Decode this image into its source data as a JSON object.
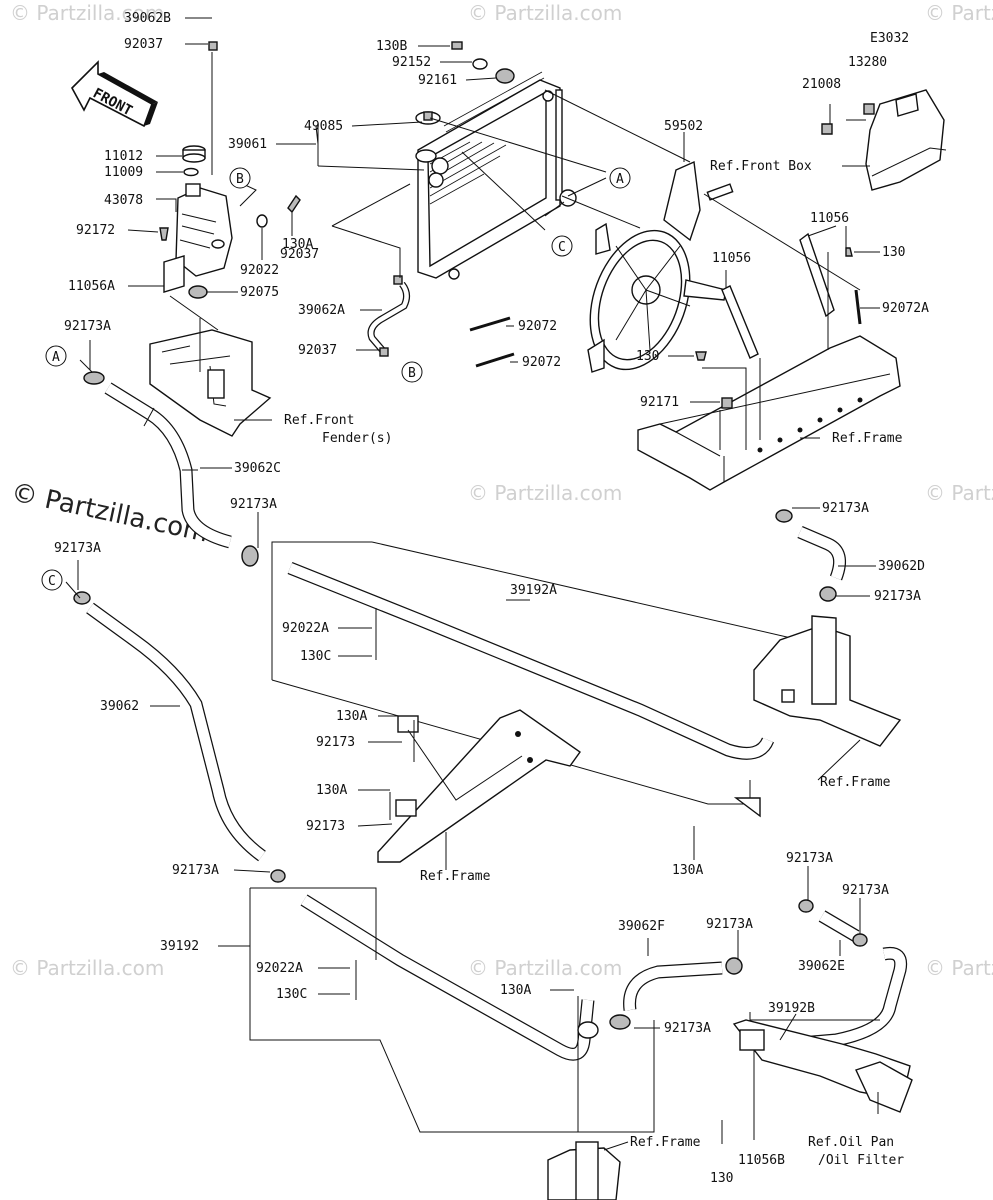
{
  "diagram_code": "E3032",
  "front_arrow": "FRONT",
  "watermark_text": "© Partzilla.com",
  "big_watermark_text": "© Partzilla.com",
  "callouts": {
    "a": "A",
    "b": "B",
    "c": "C"
  },
  "parts": {
    "p39062B": "39062B",
    "p92037_top": "92037",
    "p11012": "11012",
    "p11009": "11009",
    "p43078": "43078",
    "p92172": "92172",
    "p11056A": "11056A",
    "p92075": "92075",
    "p92022": "92022",
    "p130A_tank": "130A",
    "p130B": "130B",
    "p92152": "92152",
    "p92161": "92161",
    "p49085": "49085",
    "p39061": "39061",
    "p92037_mid": "92037",
    "p39062A": "39062A",
    "p92037_low": "92037",
    "p92072_1": "92072",
    "p92072_2": "92072",
    "p59502": "59502",
    "p21008": "21008",
    "p13280": "13280",
    "p11056_1": "11056",
    "p11056_2": "11056",
    "p130_fan": "130",
    "p130_right": "130",
    "p92072A": "92072A",
    "p92171": "92171",
    "p92173A_1": "92173A",
    "p39062C": "39062C",
    "p92173A_2": "92173A",
    "p92173A_3": "92173A",
    "p39062D": "39062D",
    "p92173A_4": "92173A",
    "p39192A": "39192A",
    "p92173A_5": "92173A",
    "p92022A_1": "92022A",
    "p130C_1": "130C",
    "p39062": "39062",
    "p130A_1": "130A",
    "p92173_1": "92173",
    "p130A_2": "130A",
    "p92173_2": "92173",
    "p130A_3": "130A",
    "p92173A_6": "92173A",
    "p39192": "39192",
    "p92022A_2": "92022A",
    "p130C_2": "130C",
    "p92173A_7": "92173A",
    "p92173A_8": "92173A",
    "p39062F": "39062F",
    "p92173A_9": "92173A",
    "p39062E": "39062E",
    "p130A_4": "130A",
    "p92173A_10": "92173A",
    "p39192B": "39192B",
    "p130_bottom": "130",
    "p11056B": "11056B"
  },
  "refs": {
    "front_box": "Ref.Front Box",
    "front_fender_1": "Ref.Front",
    "front_fender_2": "Fender(s)",
    "frame_1": "Ref.Frame",
    "frame_2": "Ref.Frame",
    "frame_3": "Ref.Frame",
    "frame_4": "Ref.Frame",
    "oil_pan_1": "Ref.Oil Pan",
    "oil_pan_2": "/Oil Filter"
  }
}
